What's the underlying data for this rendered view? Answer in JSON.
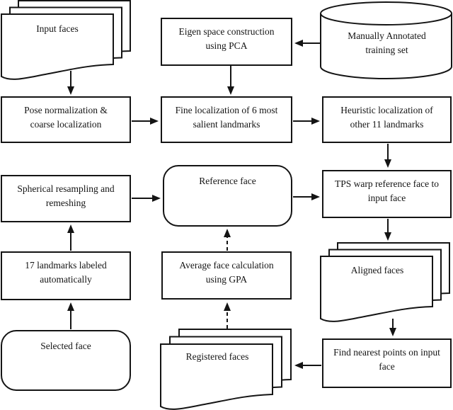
{
  "diagram": {
    "type": "flowchart",
    "colors": {
      "stroke": "#141414",
      "background": "#ffffff",
      "text": "#141414"
    },
    "nodes": {
      "input_faces": {
        "shape": "multidocument",
        "label": "Input faces"
      },
      "eigen": {
        "shape": "rectangle",
        "lines": [
          "Eigen space construction",
          "using PCA"
        ]
      },
      "training_set": {
        "shape": "database",
        "lines": [
          "Manually Annotated",
          "training set"
        ]
      },
      "pose": {
        "shape": "rectangle",
        "lines": [
          "Pose normalization &",
          "coarse localization"
        ]
      },
      "fine": {
        "shape": "rectangle",
        "lines": [
          "Fine localization of 6 most",
          "salient landmarks"
        ]
      },
      "heuristic": {
        "shape": "rectangle",
        "lines": [
          "Heuristic localization of",
          "other 11 landmarks"
        ]
      },
      "spherical": {
        "shape": "rectangle",
        "lines": [
          "Spherical resampling and",
          "remeshing"
        ]
      },
      "reference": {
        "shape": "rounded-rectangle",
        "label": "Reference face"
      },
      "tps": {
        "shape": "rectangle",
        "lines": [
          "TPS warp reference face to",
          "input face"
        ]
      },
      "landmarks17": {
        "shape": "rectangle",
        "lines": [
          "17 landmarks labeled",
          "automatically"
        ]
      },
      "average": {
        "shape": "rectangle",
        "lines": [
          "Average face calculation",
          "using GPA"
        ]
      },
      "aligned_faces": {
        "shape": "multidocument",
        "label": "Aligned faces"
      },
      "selected_face": {
        "shape": "rounded-rectangle",
        "label": "Selected face"
      },
      "registered_faces": {
        "shape": "multidocument",
        "label": "Registered faces"
      },
      "find_nearest": {
        "shape": "rectangle",
        "lines": [
          "Find nearest points on input",
          "face"
        ]
      }
    },
    "edges": [
      {
        "from": "training_set",
        "to": "eigen",
        "style": "solid"
      },
      {
        "from": "input_faces",
        "to": "pose",
        "style": "solid"
      },
      {
        "from": "eigen",
        "to": "fine",
        "style": "solid"
      },
      {
        "from": "pose",
        "to": "fine",
        "style": "solid"
      },
      {
        "from": "fine",
        "to": "heuristic",
        "style": "solid"
      },
      {
        "from": "heuristic",
        "to": "tps",
        "style": "solid"
      },
      {
        "from": "spherical",
        "to": "reference",
        "style": "solid"
      },
      {
        "from": "reference",
        "to": "tps",
        "style": "solid"
      },
      {
        "from": "tps",
        "to": "aligned_faces",
        "style": "solid"
      },
      {
        "from": "aligned_faces",
        "to": "find_nearest",
        "style": "solid"
      },
      {
        "from": "find_nearest",
        "to": "registered_faces",
        "style": "solid"
      },
      {
        "from": "registered_faces",
        "to": "average",
        "style": "dashed"
      },
      {
        "from": "average",
        "to": "reference",
        "style": "dashed"
      },
      {
        "from": "selected_face",
        "to": "landmarks17",
        "style": "solid"
      },
      {
        "from": "landmarks17",
        "to": "spherical",
        "style": "solid"
      }
    ]
  }
}
